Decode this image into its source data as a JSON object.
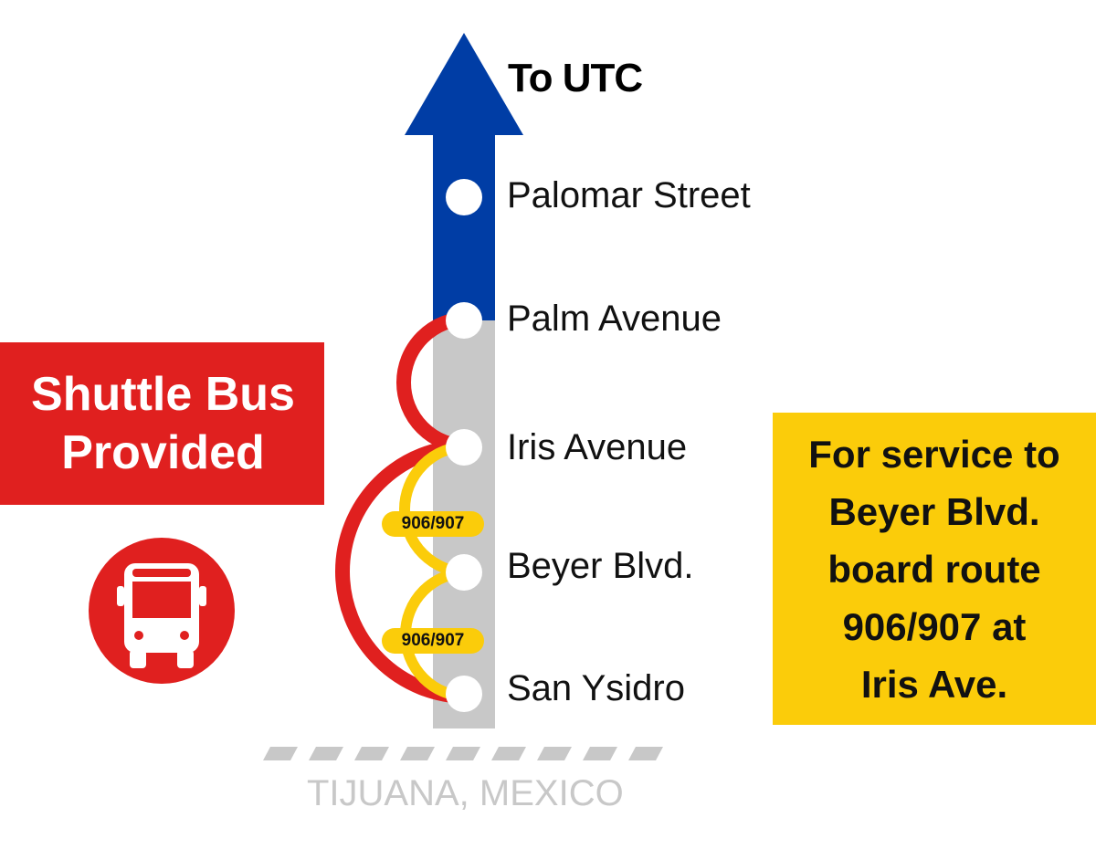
{
  "destination": {
    "label": "To UTC"
  },
  "stations": [
    {
      "name": "Palomar Street",
      "segment": "in-service"
    },
    {
      "name": "Palm Avenue",
      "segment": "in-service"
    },
    {
      "name": "Iris Avenue",
      "segment": "closed"
    },
    {
      "name": "Beyer Blvd.",
      "segment": "closed"
    },
    {
      "name": "San Ysidro",
      "segment": "closed"
    }
  ],
  "shuttle": {
    "line1": "Shuttle Bus",
    "line2": "Provided",
    "icon": "bus-icon"
  },
  "bus_routes": [
    {
      "label": "906/907",
      "from": "Iris Avenue",
      "to": "Beyer Blvd."
    },
    {
      "label": "906/907",
      "from": "Beyer Blvd.",
      "to": "San Ysidro"
    }
  ],
  "info": {
    "lines": [
      "For service to",
      "Beyer Blvd.",
      "board route",
      "906/907 at",
      "Iris Ave."
    ]
  },
  "border": {
    "label": "TIJUANA, MEXICO"
  },
  "colors": {
    "line_blue": "#003da5",
    "closed_gray": "#c8c8c8",
    "shuttle_red": "#e0201f",
    "bus_yellow": "#fbcc0a"
  }
}
